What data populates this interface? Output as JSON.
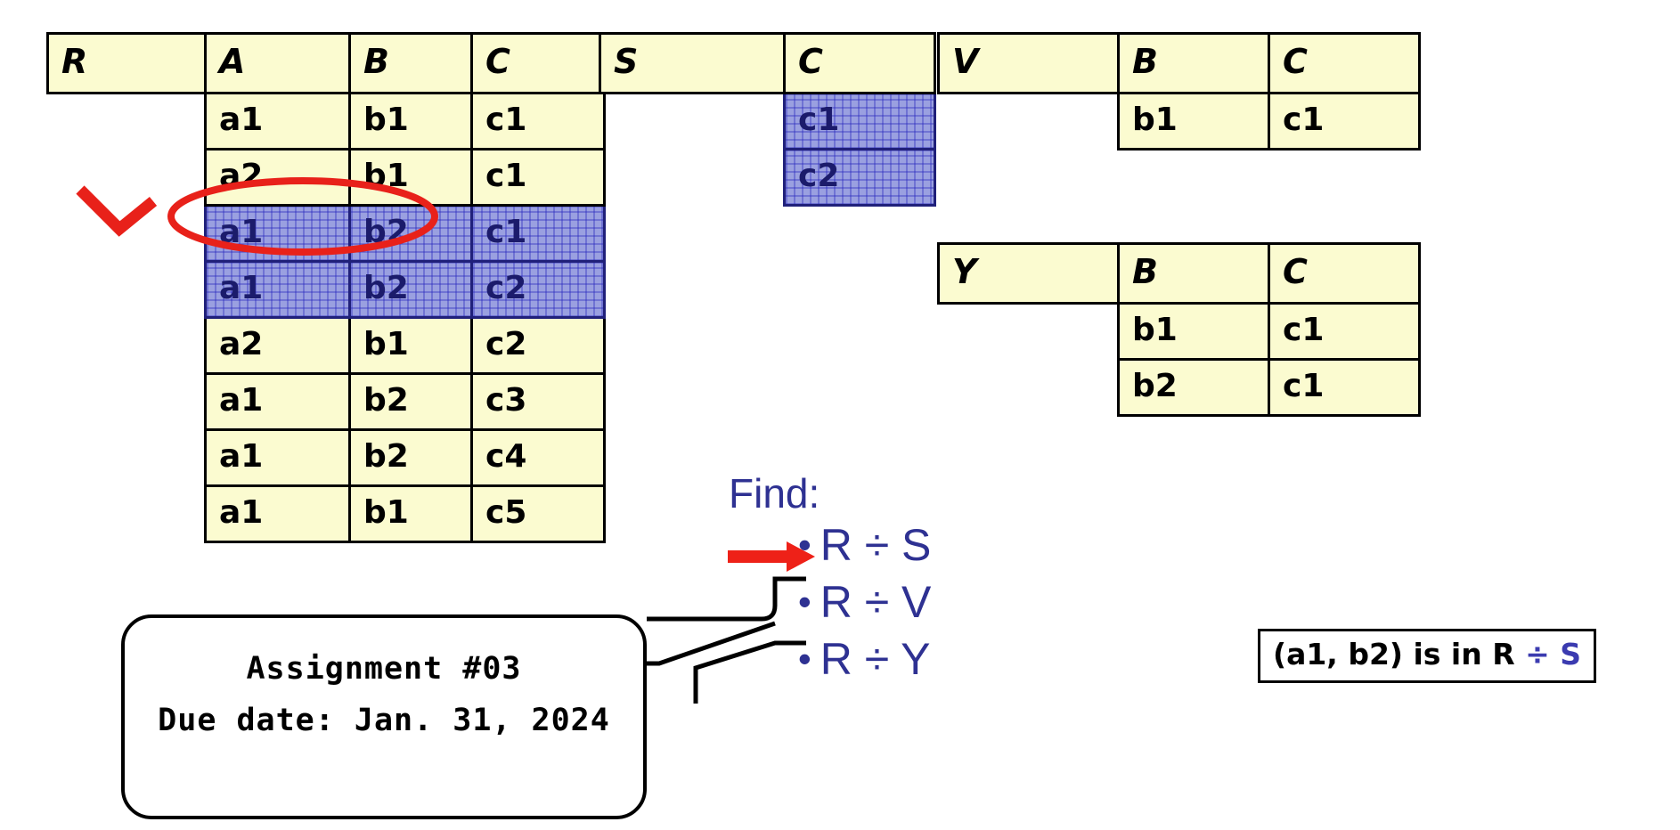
{
  "tables": {
    "r": {
      "name": "R",
      "columns": [
        "A",
        "B",
        "C"
      ],
      "rows": [
        {
          "a": "a1",
          "b": "b1",
          "c": "c1",
          "highlight": false
        },
        {
          "a": "a2",
          "b": "b1",
          "c": "c1",
          "highlight": false
        },
        {
          "a": "a1",
          "b": "b2",
          "c": "c1",
          "highlight": true
        },
        {
          "a": "a1",
          "b": "b2",
          "c": "c2",
          "highlight": true
        },
        {
          "a": "a2",
          "b": "b1",
          "c": "c2",
          "highlight": false
        },
        {
          "a": "a1",
          "b": "b2",
          "c": "c3",
          "highlight": false
        },
        {
          "a": "a1",
          "b": "b2",
          "c": "c4",
          "highlight": false
        },
        {
          "a": "a1",
          "b": "b1",
          "c": "c5",
          "highlight": false
        }
      ]
    },
    "s": {
      "name": "S",
      "columns": [
        "C"
      ],
      "rows": [
        {
          "c": "c1",
          "highlight": true
        },
        {
          "c": "c2",
          "highlight": true
        }
      ]
    },
    "v": {
      "name": "V",
      "columns": [
        "B",
        "C"
      ],
      "rows": [
        {
          "b": "b1",
          "c": "c1",
          "highlight": false
        }
      ]
    },
    "y": {
      "name": "Y",
      "columns": [
        "B",
        "C"
      ],
      "rows": [
        {
          "b": "b1",
          "c": "c1",
          "highlight": false
        },
        {
          "b": "b2",
          "c": "c1",
          "highlight": false
        }
      ]
    }
  },
  "find": {
    "label": "Find:",
    "bullet_glyph": "•",
    "items": [
      {
        "text": "R ÷ S"
      },
      {
        "text": "R ÷ V"
      },
      {
        "text": "R ÷ Y"
      }
    ]
  },
  "result_note": {
    "prefix": "(a1,  b2) is in R ",
    "operator": "÷ S"
  },
  "assignment": {
    "title": "Assignment #03",
    "due": "Due date: Jan. 31, 2024"
  },
  "annotations": {
    "ellipse_color": "#e8211a",
    "checkmark_color": "#e8211a",
    "arrow_color": "#ee2118",
    "highlight_fill": "#9aa0e0",
    "highlight_line": "#2828be",
    "table_fill": "#fbfbd0",
    "accent_blue": "#2e3192"
  }
}
